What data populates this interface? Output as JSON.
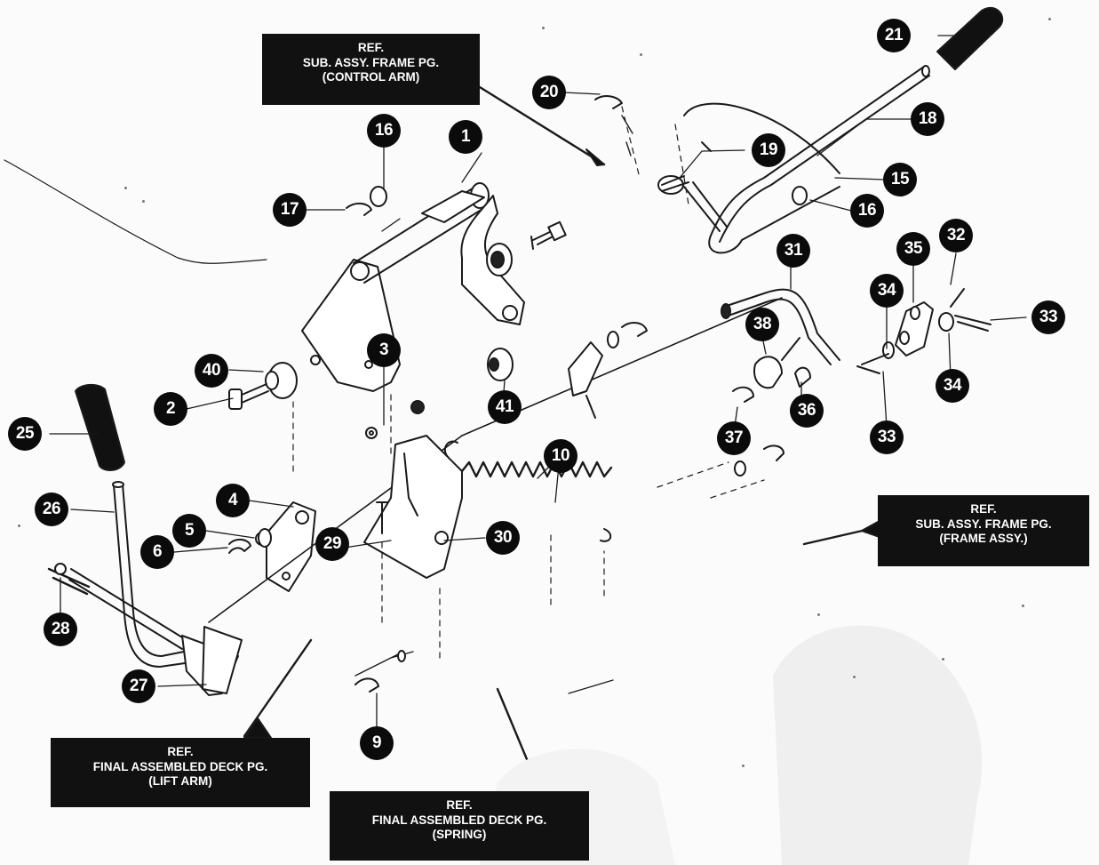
{
  "callouts": [
    {
      "id": "c1",
      "label": "1"
    },
    {
      "id": "c2",
      "label": "2"
    },
    {
      "id": "c3",
      "label": "3"
    },
    {
      "id": "c4",
      "label": "4"
    },
    {
      "id": "c5",
      "label": "5"
    },
    {
      "id": "c6",
      "label": "6"
    },
    {
      "id": "c9",
      "label": "9"
    },
    {
      "id": "c10",
      "label": "10"
    },
    {
      "id": "c15",
      "label": "15"
    },
    {
      "id": "c16a",
      "label": "16"
    },
    {
      "id": "c16b",
      "label": "16"
    },
    {
      "id": "c17",
      "label": "17"
    },
    {
      "id": "c18",
      "label": "18"
    },
    {
      "id": "c19",
      "label": "19"
    },
    {
      "id": "c20",
      "label": "20"
    },
    {
      "id": "c21",
      "label": "21"
    },
    {
      "id": "c25",
      "label": "25"
    },
    {
      "id": "c26",
      "label": "26"
    },
    {
      "id": "c27",
      "label": "27"
    },
    {
      "id": "c28",
      "label": "28"
    },
    {
      "id": "c29",
      "label": "29"
    },
    {
      "id": "c30",
      "label": "30"
    },
    {
      "id": "c31",
      "label": "31"
    },
    {
      "id": "c32",
      "label": "32"
    },
    {
      "id": "c33a",
      "label": "33"
    },
    {
      "id": "c33b",
      "label": "33"
    },
    {
      "id": "c34a",
      "label": "34"
    },
    {
      "id": "c34b",
      "label": "34"
    },
    {
      "id": "c35",
      "label": "35"
    },
    {
      "id": "c36",
      "label": "36"
    },
    {
      "id": "c37",
      "label": "37"
    },
    {
      "id": "c38",
      "label": "38"
    },
    {
      "id": "c40",
      "label": "40"
    },
    {
      "id": "c41",
      "label": "41"
    }
  ],
  "ref_boxes": {
    "control_arm": {
      "line1": "REF.",
      "line2": "SUB. ASSY. FRAME PG.",
      "line3": "(CONTROL ARM)"
    },
    "frame_assy": {
      "line1": "REF.",
      "line2": "SUB. ASSY. FRAME PG.",
      "line3": "(FRAME ASSY.)"
    },
    "lift_arm": {
      "line1": "REF.",
      "line2": "FINAL ASSEMBLED DECK PG.",
      "line3": "(LIFT ARM)"
    },
    "spring": {
      "line1": "REF.",
      "line2": "FINAL ASSEMBLED DECK PG.",
      "line3": "(SPRING)"
    }
  },
  "colors": {
    "ink": "#111111",
    "paper": "#fbfbfb",
    "callout_fill": "#0b0b0b",
    "callout_text": "#ffffff"
  }
}
